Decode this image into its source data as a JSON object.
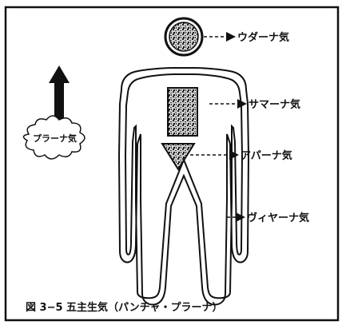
{
  "labels": {
    "udana": "ウダーナ気",
    "samana": "サマーナ気",
    "apana": "アパーナ気",
    "vyana": "ヴィヤーナ気",
    "prana": "プラーナ気"
  },
  "caption": "図 3−5 五主生気（パンチャ・プラーナ）"
}
